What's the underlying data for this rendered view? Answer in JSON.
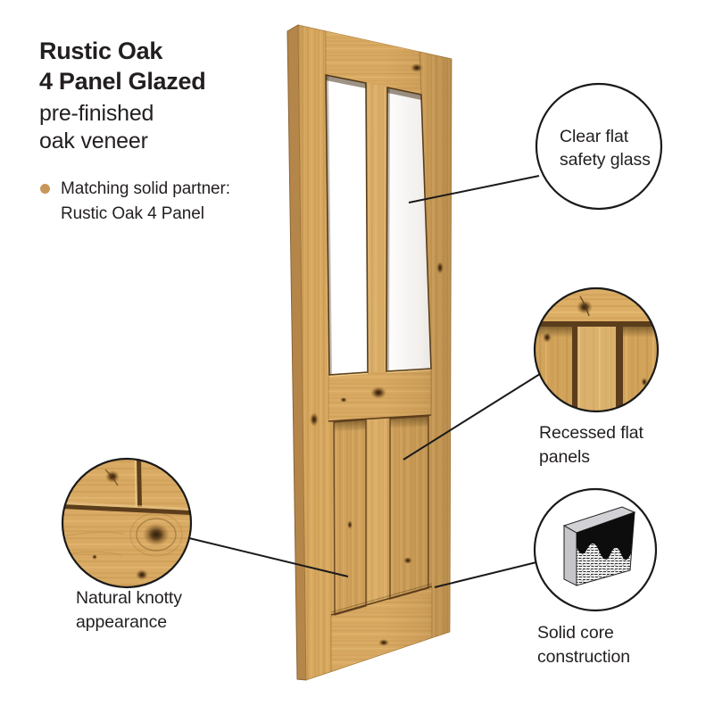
{
  "product": {
    "title_line1": "Rustic Oak",
    "title_line2": "4 Panel Glazed",
    "subtitle_line1": "pre-finished",
    "subtitle_line2": "oak veneer"
  },
  "bullet_note": {
    "line1": "Matching solid partner:",
    "line2": "Rustic Oak 4 Panel"
  },
  "callouts": {
    "safety_glass": {
      "line1": "Clear flat",
      "line2": "safety glass"
    },
    "recessed_panels": {
      "line1": "Recessed flat",
      "line2": "panels"
    },
    "knotty": {
      "line1": "Natural knotty",
      "line2": "appearance"
    },
    "solid_core": {
      "line1": "Solid core",
      "line2": "construction"
    }
  },
  "icons": {
    "solid_core_illustration": "door-core-cross-section",
    "recessed_panels_illustration": "oak-panel-closeup",
    "knotty_illustration": "oak-knot-closeup"
  },
  "colors": {
    "background": "#ffffff",
    "text": "#231f20",
    "bullet": "#c9965a",
    "outline": "#1a1a1a",
    "oak_base": "#d6a75f",
    "oak_groove": "#5c3d1b",
    "oak_side_edge": "#b5864a",
    "core_gray": "#c9c9cd"
  }
}
